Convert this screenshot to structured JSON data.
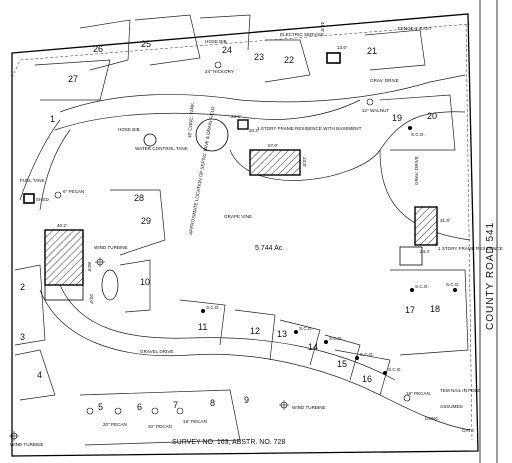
{
  "plat": {
    "acreage": "5.744 Ac.",
    "survey": "SURVEY NO. 163, ABSTR. NO. 728",
    "road": "COUNTY ROAD 541",
    "fence_note": "FENCE 1' EAST",
    "lot_numbers": [
      "1",
      "2",
      "3",
      "4",
      "5",
      "6",
      "7",
      "8",
      "9",
      "10",
      "11",
      "12",
      "13",
      "14",
      "15",
      "16",
      "17",
      "18",
      "19",
      "20",
      "21",
      "22",
      "23",
      "24",
      "25",
      "26",
      "27",
      "28",
      "29"
    ],
    "labels": {
      "fuel_tank": "FUEL TANK",
      "shed": "SHED",
      "hose_bib_1": "HOSE BIB",
      "hose_bib_2": "HOSE BIB",
      "water_tank": "WATER CONTROL TANK",
      "electric": "ELECTRIC SERVICE",
      "residence_basement": "1 STORY FRAME RESIDENCE WITH BASEMENT",
      "residence_east": "1 STORY FRAME RESIDENCE",
      "septic": "APPROXIMATE LOCATION OF SEPTIC TANK & DRAIN FIELD",
      "grape_vine": "GRAPE VINE",
      "wind_turbine_1": "WIND TURBINE",
      "wind_turbine_2": "WIND TURBINE",
      "wind_turbine_3": "WIND TURBINE",
      "gravel_drive": "GRAVEL DRIVE",
      "grav_drive_top": "GRAV. DRIVE",
      "grav_drive_east": "GRAV. DRIVE",
      "concrete": "CONC",
      "conc_tank": "40' CONC. TANK",
      "tem_nail": "TEM NAIL IN POLE",
      "assumed": "ASSUMED",
      "gate": "GATE",
      "hickory": "24\" HICKORY",
      "walnut": "12\" WALNUT",
      "pecan_1": "6\" PECAN",
      "pecan_2": "20\" PECAN",
      "pecan_3": "20\" PECAN",
      "pecan_4": "18\" PECAN",
      "pecan_5": "18\" PECAN",
      "sco": "S.C.O."
    },
    "dims": {
      "d_40_2": "40.2'",
      "d_60_8": "60.8'",
      "d_20_0": "20.0'",
      "d_57_0": "57.0'",
      "d_23_8": "23.8'",
      "d_20_2": "20.2'",
      "d_13_6": "13.6'",
      "d_24_4": "24.4'",
      "d_31_8": "31.8'",
      "d_49_8": "49.8'",
      "d_23_6": "23.6'"
    }
  }
}
